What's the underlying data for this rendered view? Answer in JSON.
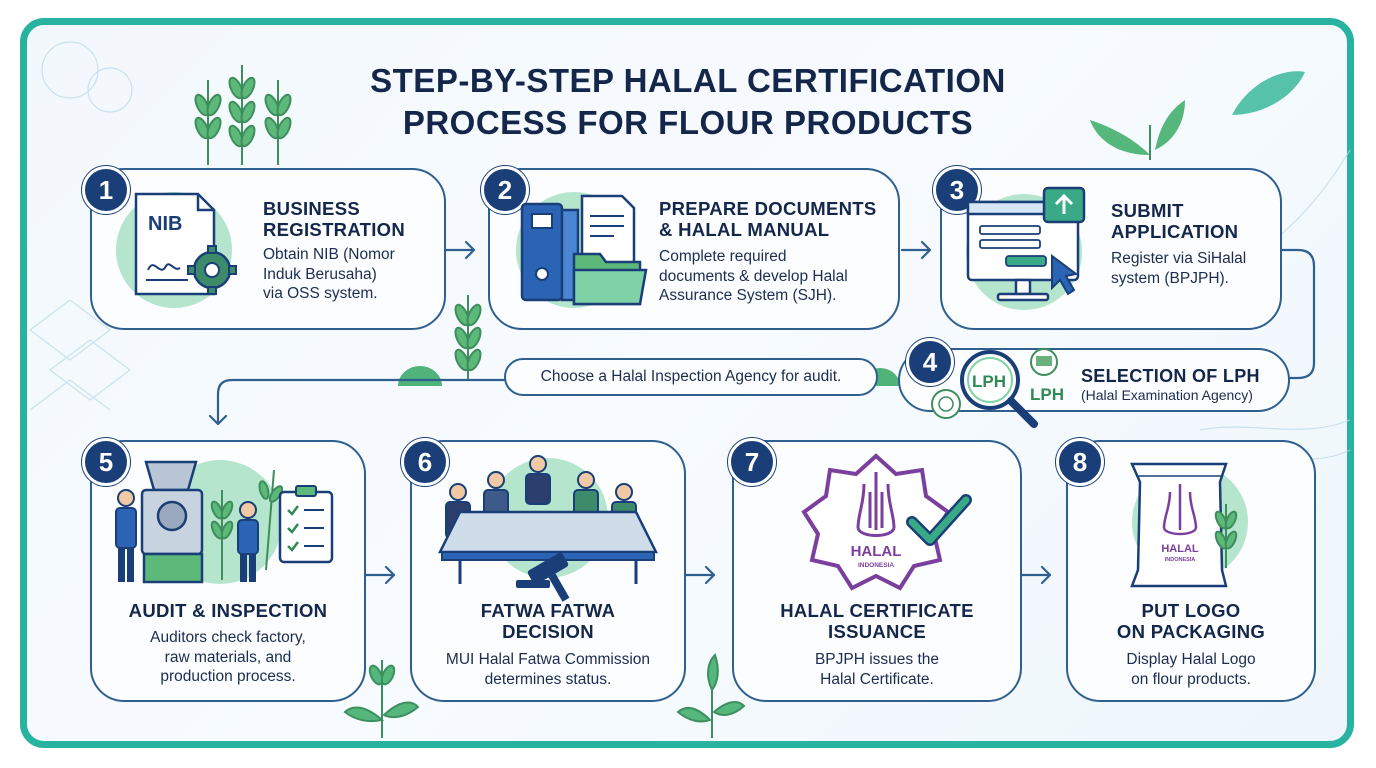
{
  "title": {
    "line1": "STEP-BY-STEP HALAL CERTIFICATION",
    "line2": "PROCESS FOR FLOUR PRODUCTS"
  },
  "steps": [
    {
      "number": "1",
      "title_line1": "BUSINESS",
      "title_line2": "REGISTRATION",
      "desc_line1": "Obtain NIB (Nomor",
      "desc_line2": "Induk Berusaha)",
      "desc_line3": "via OSS system.",
      "icon": "document-gear-icon",
      "icon_text": "NIB"
    },
    {
      "number": "2",
      "title_line1": "PREPARE DOCUMENTS",
      "title_line2": "& HALAL MANUAL",
      "desc_line1": "Complete required",
      "desc_line2": "documents & develop Halal",
      "desc_line3": "Assurance System (SJH).",
      "icon": "binder-folder-icon"
    },
    {
      "number": "3",
      "title_line1": "SUBMIT",
      "title_line2": "APPLICATION",
      "desc_line1": "Register via SiHalal",
      "desc_line2": "system (BPJPH).",
      "icon": "computer-upload-icon"
    },
    {
      "number": "4",
      "title": "SELECTION OF LPH",
      "subtitle": "(Halal Examination Agency)",
      "note": "Choose a Halal Inspection Agency for audit.",
      "icon": "magnifier-lph-icon",
      "icon_text": "LPH",
      "icon_text2": "LPH"
    },
    {
      "number": "5",
      "title": "AUDIT & INSPECTION",
      "desc_line1": "Auditors check factory,",
      "desc_line2": "raw materials, and",
      "desc_line3": "production process.",
      "icon": "factory-audit-icon"
    },
    {
      "number": "6",
      "title_line1": "FATWA FATWA",
      "title_line2": "DECISION",
      "desc_line1": "MUI Halal Fatwa Commission",
      "desc_line2": "determines status.",
      "icon": "meeting-gavel-icon"
    },
    {
      "number": "7",
      "title_line1": "HALAL CERTIFICATE",
      "title_line2": "ISSUANCE",
      "desc_line1": "BPJPH issues the",
      "desc_line2": "Halal Certificate.",
      "icon": "halal-badge-icon",
      "icon_text": "HALAL",
      "icon_text2": "INDONESIA"
    },
    {
      "number": "8",
      "title_line1": "PUT LOGO",
      "title_line2": "ON PACKAGING",
      "desc_line1": "Display Halal Logo",
      "desc_line2": "on flour products.",
      "icon": "flour-bag-icon",
      "icon_text": "HALAL",
      "icon_text2": "INDONESIA"
    }
  ],
  "colors": {
    "navy": "#1a3f78",
    "teal": "#2fb89a",
    "green": "#5cbf7a",
    "purple": "#7b3f9e",
    "outline": "#2f5f8f"
  }
}
